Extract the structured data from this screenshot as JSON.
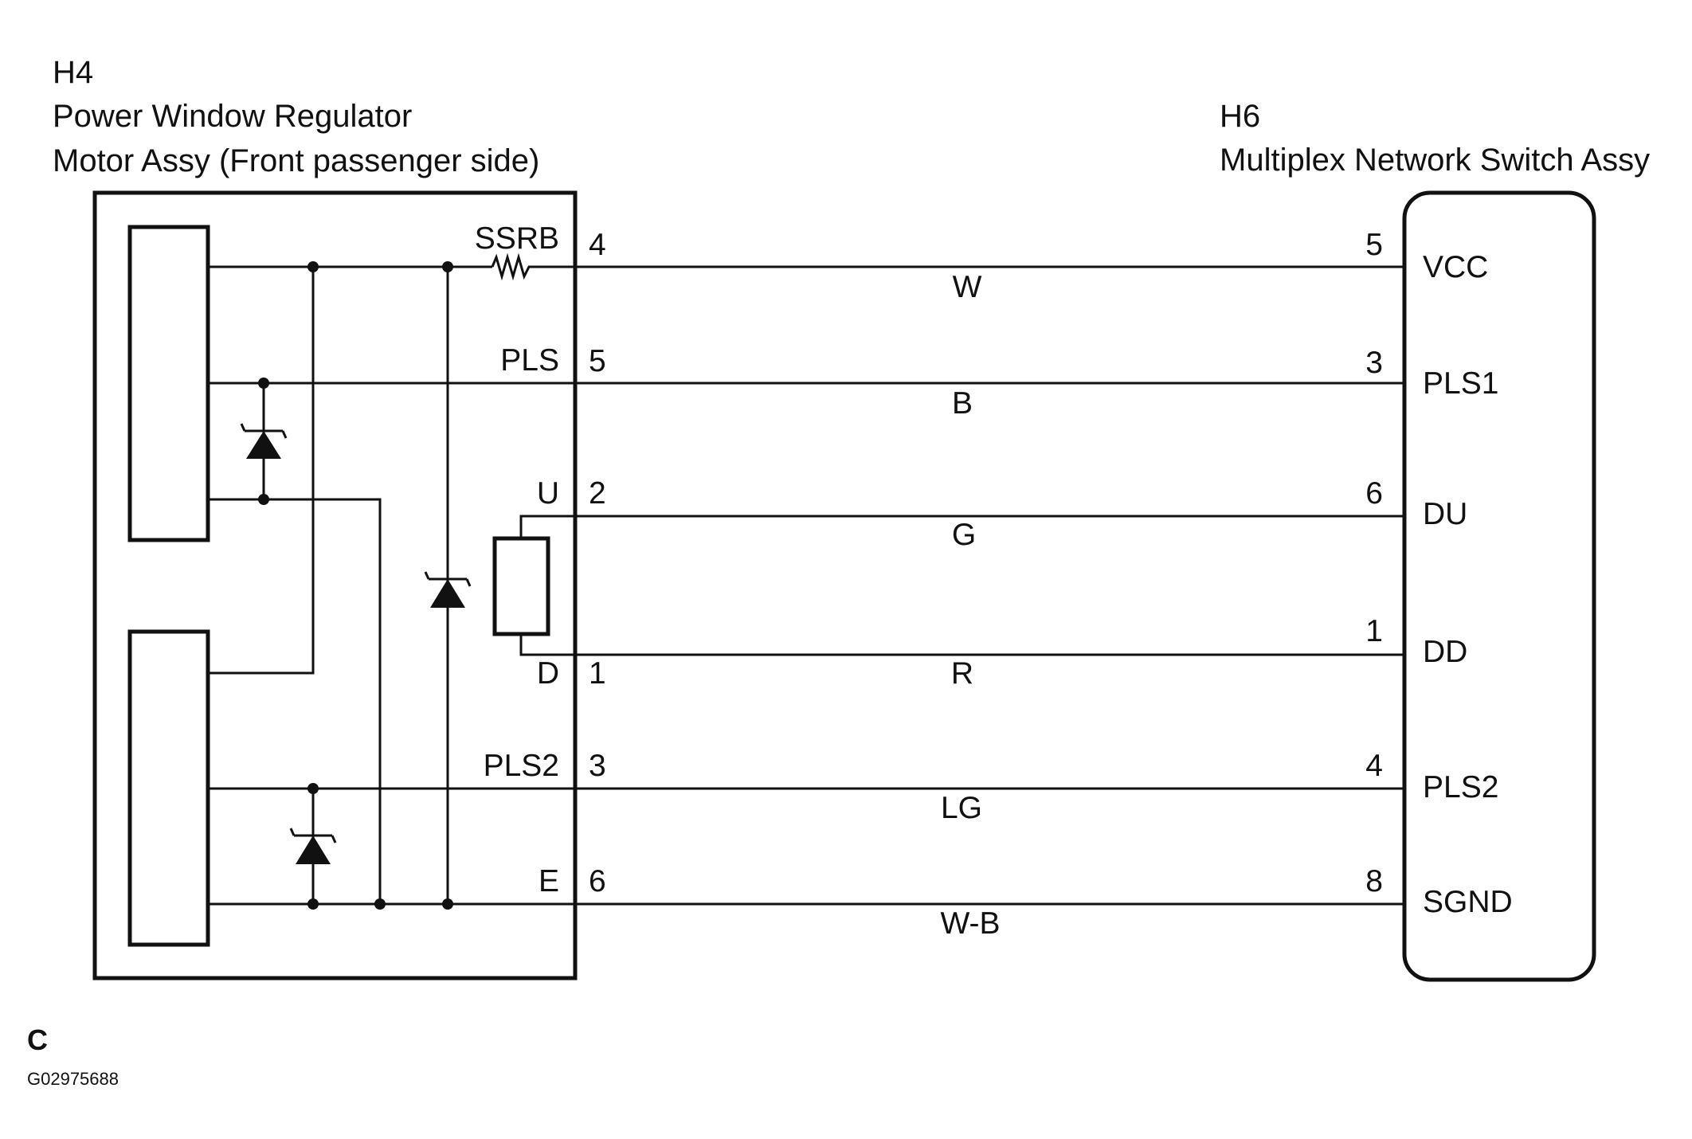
{
  "left_component": {
    "id": "H4",
    "name_line1": "Power Window Regulator",
    "name_line2": "Motor Assy (Front passenger side)"
  },
  "right_component": {
    "id": "H6",
    "name": "Multiplex Network Switch Assy"
  },
  "connections": [
    {
      "left_term": "SSRB",
      "left_pin": "4",
      "wire_color": "W",
      "right_pin": "5",
      "right_term": "VCC"
    },
    {
      "left_term": "PLS",
      "left_pin": "5",
      "wire_color": "B",
      "right_pin": "3",
      "right_term": "PLS1"
    },
    {
      "left_term": "U",
      "left_pin": "2",
      "wire_color": "G",
      "right_pin": "6",
      "right_term": "DU"
    },
    {
      "left_term": "D",
      "left_pin": "1",
      "wire_color": "R",
      "right_pin": "1",
      "right_term": "DD"
    },
    {
      "left_term": "PLS2",
      "left_pin": "3",
      "wire_color": "LG",
      "right_pin": "4",
      "right_term": "PLS2"
    },
    {
      "left_term": "E",
      "left_pin": "6",
      "wire_color": "W-B",
      "right_pin": "8",
      "right_term": "SGND"
    }
  ],
  "footer": {
    "code": "C",
    "figure_id": "G02975688"
  }
}
